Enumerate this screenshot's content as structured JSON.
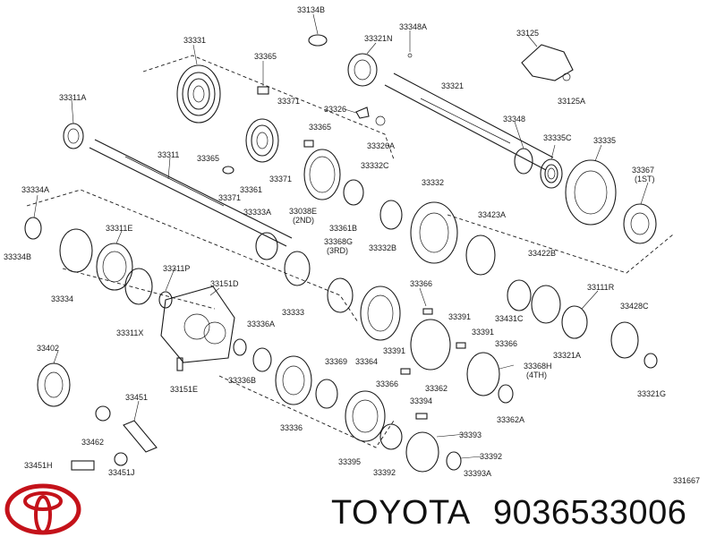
{
  "brand": {
    "name": "TOYOTA",
    "part_number": "9036533006"
  },
  "diagram_id": "331667",
  "labels": [
    {
      "name": "lbl-33134b",
      "text": "33134B"
    },
    {
      "name": "lbl-33331",
      "text": "33331"
    },
    {
      "name": "lbl-33321n",
      "text": "33321N"
    },
    {
      "name": "lbl-33348a",
      "text": "33348A"
    },
    {
      "name": "lbl-33125",
      "text": "33125"
    },
    {
      "name": "lbl-33365-a",
      "text": "33365"
    },
    {
      "name": "lbl-33371-a",
      "text": "33371"
    },
    {
      "name": "lbl-33321",
      "text": "33321"
    },
    {
      "name": "lbl-33125a",
      "text": "33125A"
    },
    {
      "name": "lbl-33311a",
      "text": "33311A"
    },
    {
      "name": "lbl-33326",
      "text": "33326"
    },
    {
      "name": "lbl-33348",
      "text": "33348"
    },
    {
      "name": "lbl-33365-b",
      "text": "33365"
    },
    {
      "name": "lbl-33326a",
      "text": "33326A"
    },
    {
      "name": "lbl-33335c",
      "text": "33335C"
    },
    {
      "name": "lbl-33335",
      "text": "33335"
    },
    {
      "name": "lbl-33311",
      "text": "33311"
    },
    {
      "name": "lbl-33365-c",
      "text": "33365"
    },
    {
      "name": "lbl-33332c",
      "text": "33332C"
    },
    {
      "name": "lbl-33367",
      "text": "33367"
    },
    {
      "name": "lbl-1st",
      "text": "(1ST)"
    },
    {
      "name": "lbl-33361",
      "text": "33361"
    },
    {
      "name": "lbl-33371-b",
      "text": "33371"
    },
    {
      "name": "lbl-33332",
      "text": "33332"
    },
    {
      "name": "lbl-33334a",
      "text": "33334A"
    },
    {
      "name": "lbl-33371-c",
      "text": "33371"
    },
    {
      "name": "lbl-33038e",
      "text": "33038E"
    },
    {
      "name": "lbl-2nd",
      "text": "(2ND)"
    },
    {
      "name": "lbl-33333a",
      "text": "33333A"
    },
    {
      "name": "lbl-33423a",
      "text": "33423A"
    },
    {
      "name": "lbl-33311e",
      "text": "33311E"
    },
    {
      "name": "lbl-33361b",
      "text": "33361B"
    },
    {
      "name": "lbl-33368g",
      "text": "33368G"
    },
    {
      "name": "lbl-3rd",
      "text": "(3RD)"
    },
    {
      "name": "lbl-33332b",
      "text": "33332B"
    },
    {
      "name": "lbl-33334b",
      "text": "33334B"
    },
    {
      "name": "lbl-33422b",
      "text": "33422B"
    },
    {
      "name": "lbl-33311p",
      "text": "33311P"
    },
    {
      "name": "lbl-33151d",
      "text": "33151D"
    },
    {
      "name": "lbl-33366-a",
      "text": "33366"
    },
    {
      "name": "lbl-33111r",
      "text": "33111R"
    },
    {
      "name": "lbl-33334",
      "text": "33334"
    },
    {
      "name": "lbl-33333",
      "text": "33333"
    },
    {
      "name": "lbl-33391-a",
      "text": "33391"
    },
    {
      "name": "lbl-33428c",
      "text": "33428C"
    },
    {
      "name": "lbl-33336a",
      "text": "33336A"
    },
    {
      "name": "lbl-33431c",
      "text": "33431C"
    },
    {
      "name": "lbl-33311x",
      "text": "33311X"
    },
    {
      "name": "lbl-33391-b",
      "text": "33391"
    },
    {
      "name": "lbl-33366-b",
      "text": "33366"
    },
    {
      "name": "lbl-33402",
      "text": "33402"
    },
    {
      "name": "lbl-33391-c",
      "text": "33391"
    },
    {
      "name": "lbl-33321a",
      "text": "33321A"
    },
    {
      "name": "lbl-33364",
      "text": "33364"
    },
    {
      "name": "lbl-33369",
      "text": "33369"
    },
    {
      "name": "lbl-33368h",
      "text": "33368H"
    },
    {
      "name": "lbl-4th",
      "text": "(4TH)"
    },
    {
      "name": "lbl-33151e",
      "text": "33151E"
    },
    {
      "name": "lbl-33336b",
      "text": "33336B"
    },
    {
      "name": "lbl-33366-c",
      "text": "33366"
    },
    {
      "name": "lbl-33362",
      "text": "33362"
    },
    {
      "name": "lbl-33321g",
      "text": "33321G"
    },
    {
      "name": "lbl-33451",
      "text": "33451"
    },
    {
      "name": "lbl-33394",
      "text": "33394"
    },
    {
      "name": "lbl-33362a",
      "text": "33362A"
    },
    {
      "name": "lbl-33336",
      "text": "33336"
    },
    {
      "name": "lbl-33462",
      "text": "33462"
    },
    {
      "name": "lbl-33393",
      "text": "33393"
    },
    {
      "name": "lbl-33392-a",
      "text": "33392"
    },
    {
      "name": "lbl-33395",
      "text": "33395"
    },
    {
      "name": "lbl-33392-b",
      "text": "33392"
    },
    {
      "name": "lbl-33451h",
      "text": "33451H"
    },
    {
      "name": "lbl-33451j",
      "text": "33451J"
    },
    {
      "name": "lbl-33393a",
      "text": "33393A"
    },
    {
      "name": "lbl-331667",
      "text": "331667"
    }
  ]
}
